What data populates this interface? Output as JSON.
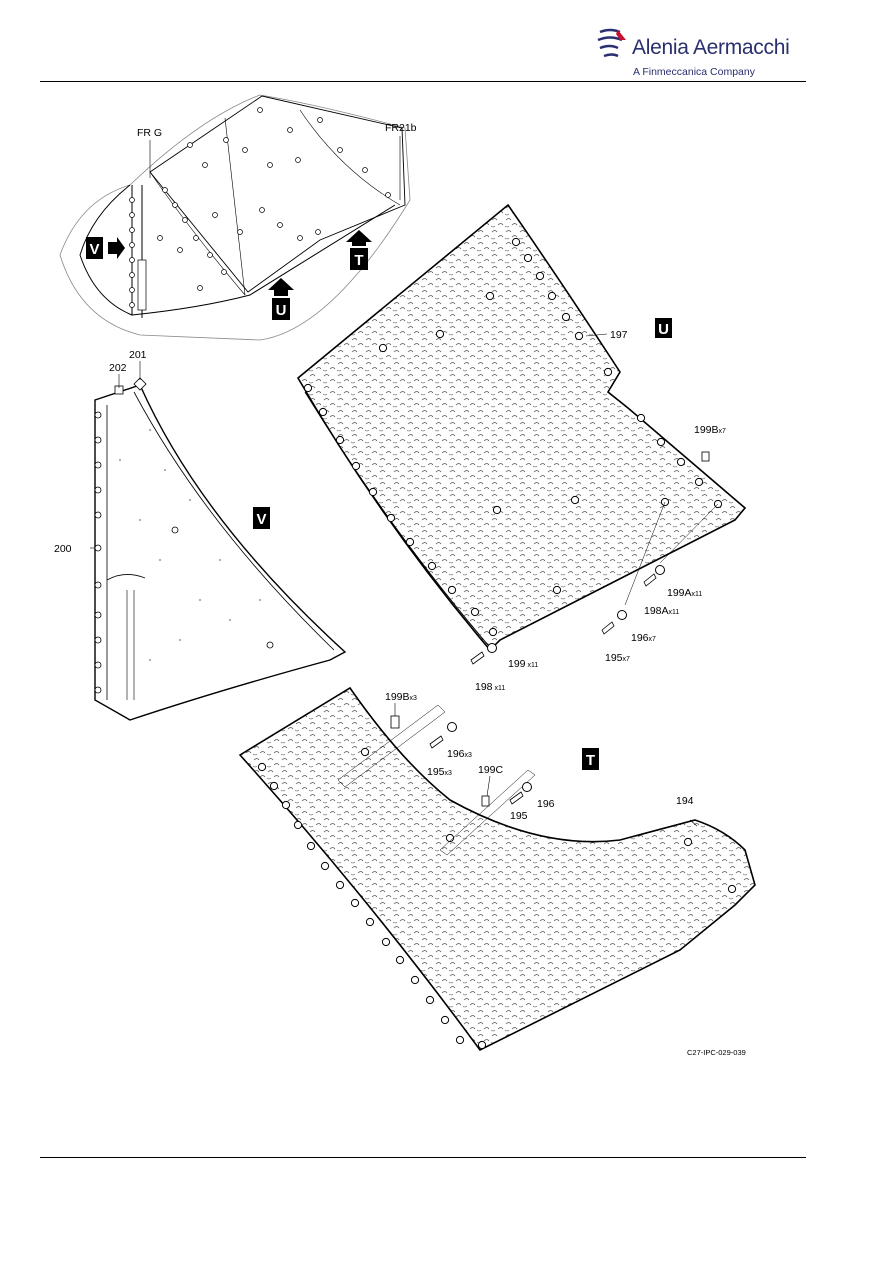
{
  "brand": {
    "name": "Alenia Aermacchi",
    "subtitle": "A Finmeccanica Company",
    "color": "#2a2f6e",
    "accent": "#c8102e"
  },
  "frames": {
    "left": "FR G",
    "right": "FR21b"
  },
  "views": {
    "v": "V",
    "u": "U",
    "t": "T"
  },
  "callouts": {
    "c194": "194",
    "c195a": "195",
    "c195a_qty": "x7",
    "c195b": "195",
    "c195b_qty": "x3",
    "c195c": "195",
    "c196a": "196",
    "c196a_qty": "x7",
    "c196b": "196",
    "c196b_qty": "x3",
    "c196c": "196",
    "c197": "197",
    "c198": "198",
    "c198_qty": "x11",
    "c198A": "198A",
    "c198A_qty": "x11",
    "c199": "199",
    "c199_qty": "x11",
    "c199A": "199A",
    "c199A_qty": "x11",
    "c199Ba": "199B",
    "c199Ba_qty": "x7",
    "c199Bb": "199B",
    "c199Bb_qty": "x3",
    "c199C": "199C",
    "c200": "200",
    "c201": "201",
    "c202": "202"
  },
  "figure_id": "C27-IPC-029-039"
}
